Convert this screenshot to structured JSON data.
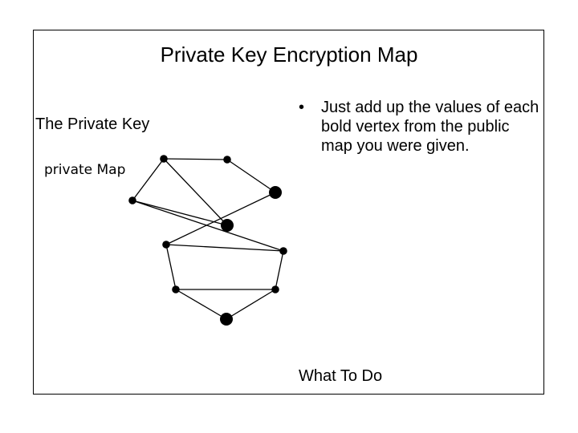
{
  "slide": {
    "title": "Private Key Encryption Map",
    "left_heading": "The Private Key",
    "bullet": "•",
    "bullet_text": "Just add up the values of each bold vertex from the public map you were given.",
    "footer_text": "What To Do"
  },
  "map": {
    "label": "private Map",
    "nodes": [
      {
        "id": "n1",
        "bold": false
      },
      {
        "id": "n2",
        "bold": false
      },
      {
        "id": "n3",
        "bold": true
      },
      {
        "id": "n4",
        "bold": false
      },
      {
        "id": "n5",
        "bold": true
      },
      {
        "id": "n6",
        "bold": false
      },
      {
        "id": "n7",
        "bold": false
      },
      {
        "id": "n8",
        "bold": false
      },
      {
        "id": "n9",
        "bold": false
      },
      {
        "id": "n10",
        "bold": true
      }
    ],
    "edges": [
      [
        "n1",
        "n2"
      ],
      [
        "n2",
        "n3"
      ],
      [
        "n1",
        "n4"
      ],
      [
        "n1",
        "n5"
      ],
      [
        "n3",
        "n6"
      ],
      [
        "n5",
        "n4"
      ],
      [
        "n4",
        "n7"
      ],
      [
        "n6",
        "n7"
      ],
      [
        "n7",
        "n9"
      ],
      [
        "n6",
        "n8"
      ],
      [
        "n8",
        "n9"
      ],
      [
        "n9",
        "n10"
      ],
      [
        "n8",
        "n10"
      ]
    ],
    "colors": {
      "line": "#000000",
      "node": "#000000",
      "background": "#ffffff"
    }
  }
}
